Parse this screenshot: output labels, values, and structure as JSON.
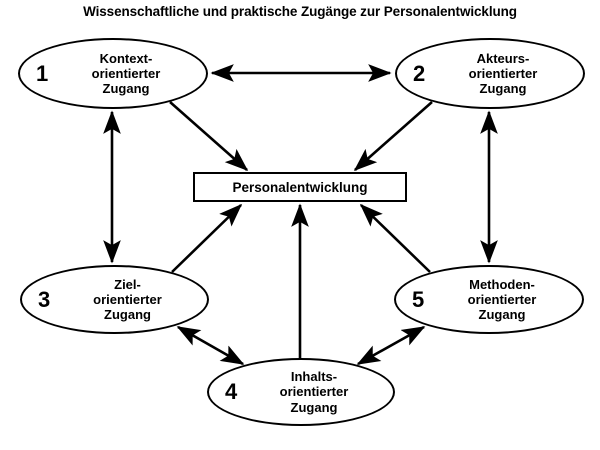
{
  "diagram": {
    "title": "Wissenschaftliche und praktische Zugänge zur Personalentwicklung",
    "center": {
      "label": "Personalentwicklung"
    },
    "nodes": [
      {
        "number": "1",
        "label": "Kontext-\norientierter\nZugang",
        "position": "top-left"
      },
      {
        "number": "2",
        "label": "Akteurs-\norientierter\nZugang",
        "position": "top-right"
      },
      {
        "number": "3",
        "label": "Ziel-\norientierter\nZugang",
        "position": "bottom-left"
      },
      {
        "number": "4",
        "label": "Inhalts-\norientierter\nZugang",
        "position": "bottom-center"
      },
      {
        "number": "5",
        "label": "Methoden-\norientierter\nZugang",
        "position": "bottom-right"
      }
    ],
    "connections": [
      {
        "from": "1",
        "to": "2",
        "style": "double-headed"
      },
      {
        "from": "1",
        "to": "3",
        "style": "double-headed"
      },
      {
        "from": "2",
        "to": "5",
        "style": "double-headed"
      },
      {
        "from": "3",
        "to": "4",
        "style": "double-headed"
      },
      {
        "from": "4",
        "to": "5",
        "style": "double-headed"
      },
      {
        "from": "1",
        "to": "center",
        "style": "single-headed"
      },
      {
        "from": "2",
        "to": "center",
        "style": "single-headed"
      },
      {
        "from": "3",
        "to": "center",
        "style": "single-headed"
      },
      {
        "from": "4",
        "to": "center",
        "style": "single-headed"
      },
      {
        "from": "5",
        "to": "center",
        "style": "single-headed"
      }
    ],
    "colors": {
      "stroke": "#000000",
      "background": "#ffffff",
      "text": "#000000"
    }
  }
}
